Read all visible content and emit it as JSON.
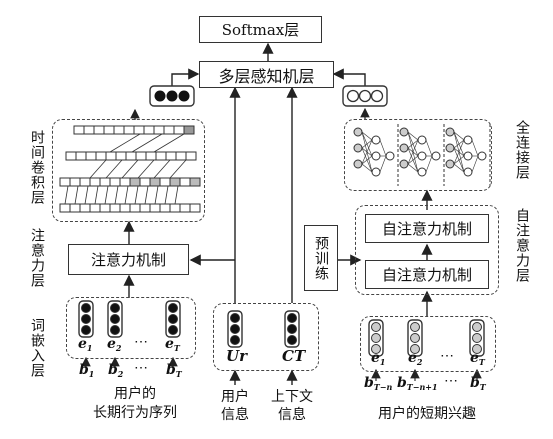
{
  "softmax_label": "Softmax层",
  "mlp_label": "多层感知机层",
  "left": {
    "temporal_conv_label": "时间卷积层",
    "attention_label": "注意力层",
    "attention_box": "注意力机制",
    "embedding_label": "词嵌入层",
    "e_labels": [
      "e",
      "e",
      "e"
    ],
    "e_subs": [
      "1",
      "2",
      "T"
    ],
    "b_labels": [
      "b",
      "b",
      "b"
    ],
    "b_subs": [
      "1",
      "2",
      "T"
    ],
    "ellipsis": "⋯",
    "caption_line1": "用户的",
    "caption_line2": "长期行为序列"
  },
  "middle": {
    "ur_label": "Ur",
    "ct_label": "CT",
    "user_info_line1": "用户",
    "user_info_line2": "信息",
    "context_line1": "上下文",
    "context_line2": "信息"
  },
  "right": {
    "fc_label": "全连接层",
    "self_attention_label": "自注意力层",
    "self_attention_box": "自注意力机制",
    "pretrain_label": "预训练",
    "e_labels": [
      "e",
      "e",
      "e"
    ],
    "e_subs": [
      "1",
      "2",
      "T"
    ],
    "b_labels": [
      "b",
      "b",
      "b"
    ],
    "b_subs": [
      "T−n",
      "T−n+1",
      "T"
    ],
    "ellipsis": "⋯",
    "caption": "用户的短期兴趣"
  },
  "colors": {
    "stroke": "#333333",
    "fill_dark": "#111111",
    "fill_gray": "#999999"
  }
}
